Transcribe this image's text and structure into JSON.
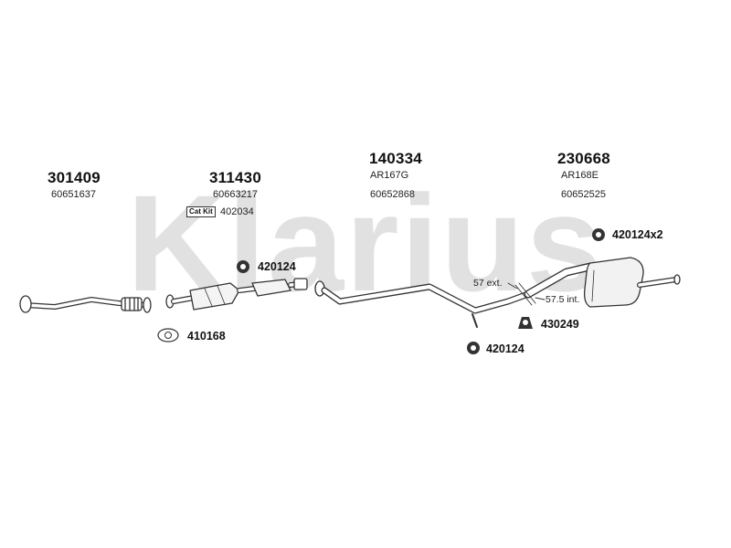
{
  "brand": {
    "watermark_text": "Klarius",
    "watermark_color": "#e1e1e1"
  },
  "parts": [
    {
      "part_no": "301409",
      "ref": "60651637"
    },
    {
      "part_no": "311430",
      "ref": "60663217",
      "kit_label": "Cat Kit",
      "kit_no": "402034"
    },
    {
      "part_no": "140334",
      "ref_a": "AR167G",
      "ref": "60652868"
    },
    {
      "part_no": "230668",
      "ref_a": "AR168E",
      "ref": "60652525"
    }
  ],
  "accessories": [
    {
      "code": "420124",
      "icon": "rubber-hanger-icon"
    },
    {
      "code": "410168",
      "icon": "gasket-icon"
    },
    {
      "code": "420124",
      "icon": "rubber-hanger-icon"
    },
    {
      "code": "430249",
      "icon": "clamp-icon"
    },
    {
      "code": "420124x2",
      "icon": "rubber-hanger-icon"
    }
  ],
  "dimensions": {
    "ext": "57 ext.",
    "int": "57.5 int."
  },
  "colors": {
    "line": "#333333",
    "pipe_fill": "#ffffff",
    "muffler_fill": "#f2f2f2"
  }
}
